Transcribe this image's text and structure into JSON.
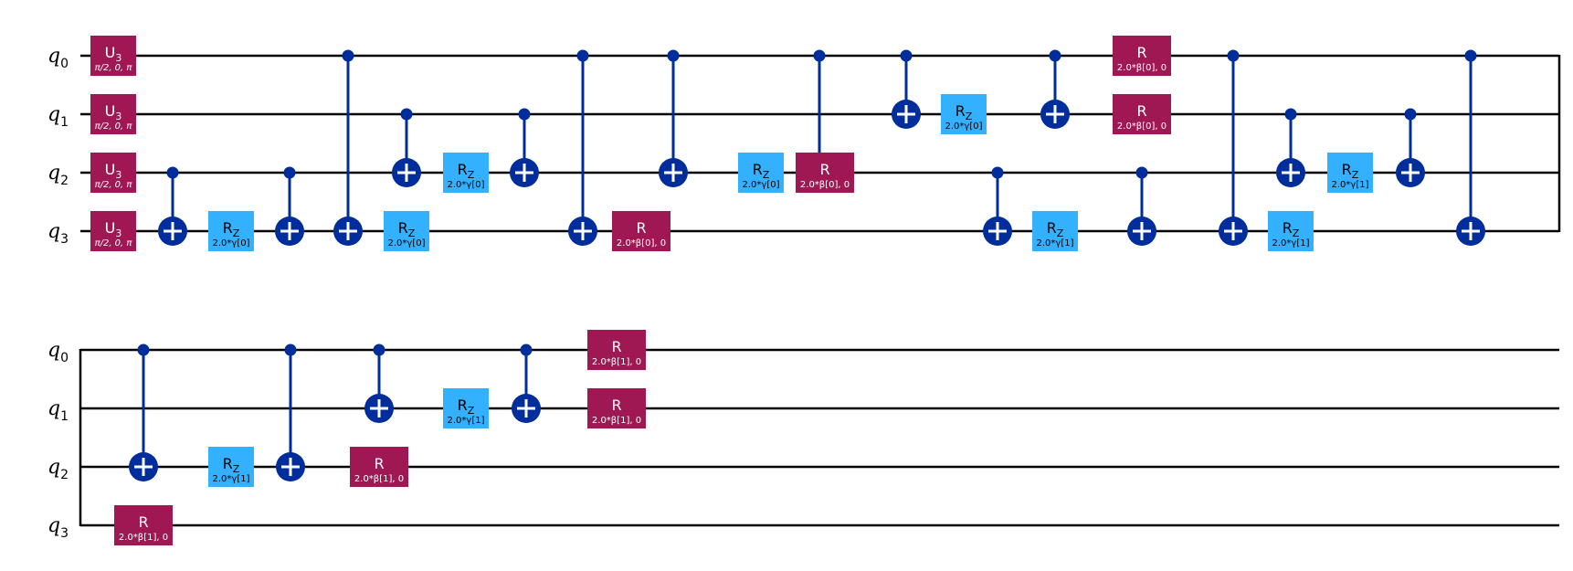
{
  "qubits": [
    "q",
    "q",
    "q",
    "q"
  ],
  "qubit_indices": [
    "0",
    "1",
    "2",
    "3"
  ],
  "colors": {
    "u3": "#9f1853",
    "r": "#9f1853",
    "rz": "#33b1ff",
    "cx": "#002d9c",
    "wire": "#000000"
  },
  "sections": [
    {
      "ops": [
        {
          "type": "u3",
          "q": 0,
          "name": "U",
          "sub": "3",
          "param": "π/2, 0, π"
        },
        {
          "type": "u3",
          "q": 1,
          "name": "U",
          "sub": "3",
          "param": "π/2, 0, π"
        },
        {
          "type": "u3",
          "q": 2,
          "name": "U",
          "sub": "3",
          "param": "π/2, 0, π"
        },
        {
          "type": "u3",
          "q": 3,
          "name": "U",
          "sub": "3",
          "param": "π/2, 0, π"
        },
        {
          "type": "cx",
          "c": 2,
          "t": 3
        },
        {
          "type": "rz",
          "q": 3,
          "name": "R",
          "sub": "Z",
          "param": "2.0*γ[0]"
        },
        {
          "type": "cx",
          "c": 2,
          "t": 3
        },
        {
          "type": "cx",
          "c": 0,
          "t": 3
        },
        {
          "type": "cx",
          "c": 1,
          "t": 2
        },
        {
          "type": "rz",
          "q": 3,
          "name": "R",
          "sub": "Z",
          "param": "2.0*γ[0]"
        },
        {
          "type": "rz",
          "q": 2,
          "name": "R",
          "sub": "Z",
          "param": "2.0*γ[0]"
        },
        {
          "type": "cx",
          "c": 1,
          "t": 2
        },
        {
          "type": "cx",
          "c": 0,
          "t": 3
        },
        {
          "type": "cx",
          "c": 0,
          "t": 2
        },
        {
          "type": "r",
          "q": 3,
          "name": "R",
          "param": "2.0*β[0], 0"
        },
        {
          "type": "rz",
          "q": 2,
          "name": "R",
          "sub": "Z",
          "param": "2.0*γ[0]"
        },
        {
          "type": "cx",
          "c": 0,
          "t": 2
        },
        {
          "type": "r",
          "q": 2,
          "name": "R",
          "param": "2.0*β[0], 0"
        },
        {
          "type": "cx",
          "c": 0,
          "t": 1
        },
        {
          "type": "cx",
          "c": 2,
          "t": 3
        },
        {
          "type": "rz",
          "q": 1,
          "name": "R",
          "sub": "Z",
          "param": "2.0*γ[0]"
        },
        {
          "type": "rz",
          "q": 3,
          "name": "R",
          "sub": "Z",
          "param": "2.0*γ[1]"
        },
        {
          "type": "cx",
          "c": 0,
          "t": 1
        },
        {
          "type": "r",
          "q": 0,
          "name": "R",
          "param": "2.0*β[0], 0"
        },
        {
          "type": "r",
          "q": 1,
          "name": "R",
          "param": "2.0*β[0], 0"
        },
        {
          "type": "cx",
          "c": 2,
          "t": 3
        },
        {
          "type": "cx",
          "c": 0,
          "t": 3
        },
        {
          "type": "cx",
          "c": 1,
          "t": 2
        },
        {
          "type": "rz",
          "q": 3,
          "name": "R",
          "sub": "Z",
          "param": "2.0*γ[1]"
        },
        {
          "type": "rz",
          "q": 2,
          "name": "R",
          "sub": "Z",
          "param": "2.0*γ[1]"
        },
        {
          "type": "cx",
          "c": 1,
          "t": 2
        },
        {
          "type": "cx",
          "c": 0,
          "t": 3
        }
      ]
    },
    {
      "ops": [
        {
          "type": "cx",
          "c": 0,
          "t": 2
        },
        {
          "type": "r",
          "q": 3,
          "name": "R",
          "param": "2.0*β[1], 0"
        },
        {
          "type": "rz",
          "q": 2,
          "name": "R",
          "sub": "Z",
          "param": "2.0*γ[1]"
        },
        {
          "type": "cx",
          "c": 0,
          "t": 2
        },
        {
          "type": "cx",
          "c": 0,
          "t": 1
        },
        {
          "type": "r",
          "q": 2,
          "name": "R",
          "param": "2.0*β[1], 0"
        },
        {
          "type": "rz",
          "q": 1,
          "name": "R",
          "sub": "Z",
          "param": "2.0*γ[1]"
        },
        {
          "type": "cx",
          "c": 0,
          "t": 1
        },
        {
          "type": "r",
          "q": 0,
          "name": "R",
          "param": "2.0*β[1], 0"
        },
        {
          "type": "r",
          "q": 1,
          "name": "R",
          "param": "2.0*β[1], 0"
        }
      ]
    }
  ]
}
